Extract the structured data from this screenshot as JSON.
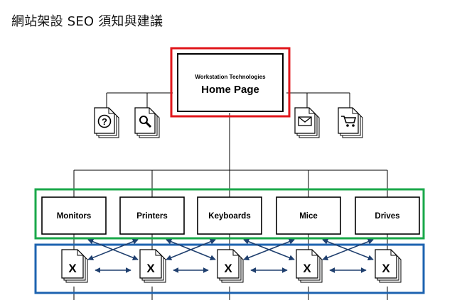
{
  "page_title": "網站架設 SEO 須知與建議",
  "home": {
    "company": "Workstation Technologies",
    "title": "Home Page"
  },
  "utility_icons": [
    {
      "name": "help-icon",
      "glyph": "?"
    },
    {
      "name": "search-icon",
      "glyph": "magnifier"
    },
    {
      "name": "mail-icon",
      "glyph": "envelope"
    },
    {
      "name": "cart-icon",
      "glyph": "cart"
    }
  ],
  "categories": [
    "Monitors",
    "Printers",
    "Keyboards",
    "Mice",
    "Drives"
  ],
  "product_glyph": "X",
  "colors": {
    "home_highlight": "#e0161b",
    "category_highlight": "#1aa84a",
    "product_highlight": "#1d63b0",
    "arrow": "#1f3f6e",
    "line": "#000000"
  }
}
